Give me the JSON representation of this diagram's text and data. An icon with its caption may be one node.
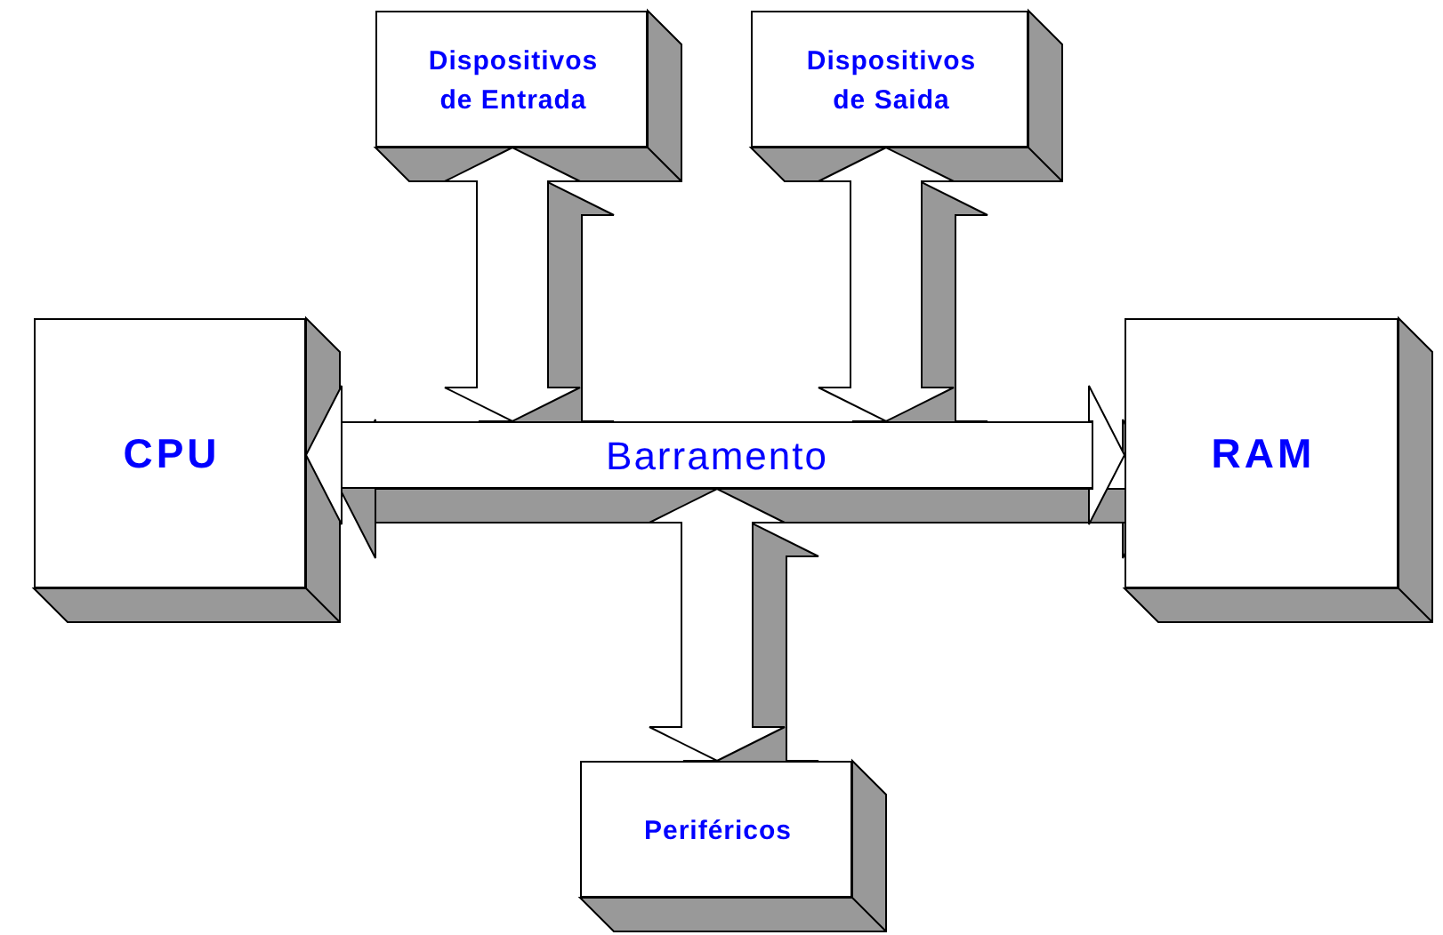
{
  "diagram": {
    "nodes": [
      {
        "text": [
          "CPU"
        ]
      },
      {
        "text": [
          "RAM"
        ]
      },
      {
        "text": [
          "Barramento"
        ]
      },
      {
        "text": [
          "Dispositivos de Entrada"
        ]
      },
      {
        "text": [
          "Dispositivos de Saida"
        ]
      },
      {
        "text": [
          "Periféricos"
        ]
      }
    ],
    "edges": [
      {
        "from": 2,
        "to": 0,
        "arrow": "to"
      },
      {
        "from": 2,
        "to": 1,
        "arrow": "to"
      },
      {
        "from": 3,
        "to": 2,
        "arrow": "both"
      },
      {
        "from": 4,
        "to": 2,
        "arrow": "both"
      },
      {
        "from": 5,
        "to": 2,
        "arrow": "both"
      }
    ]
  }
}
